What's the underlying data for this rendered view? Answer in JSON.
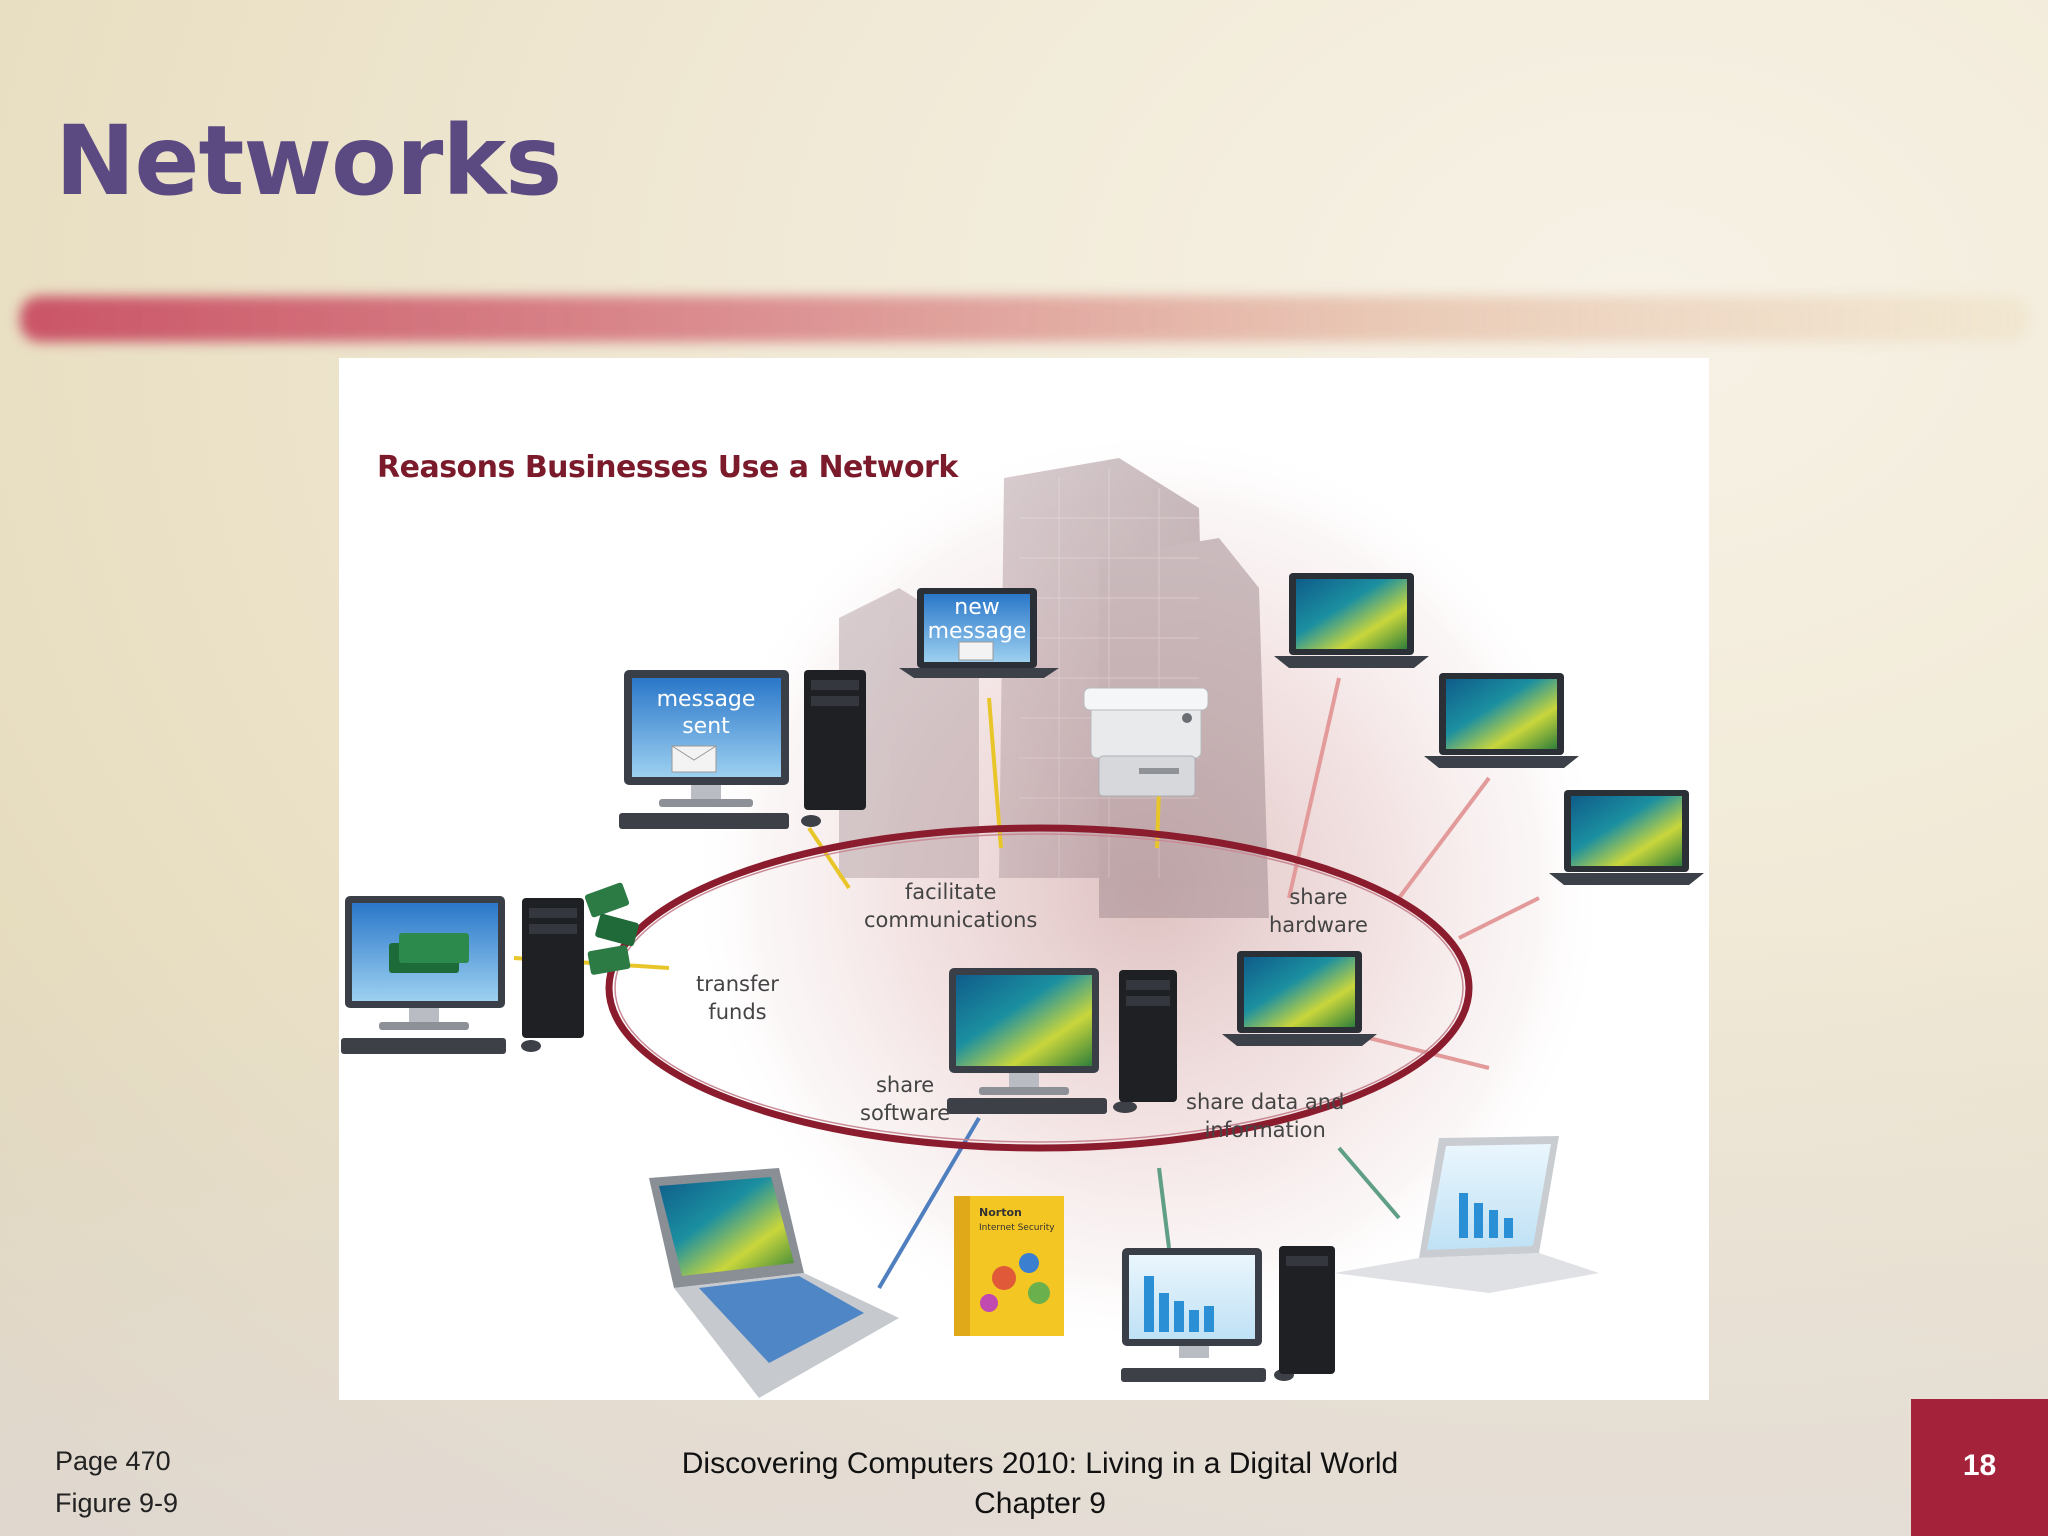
{
  "slide": {
    "title": "Networks",
    "page_number": "18",
    "footer_left": {
      "page": "Page 470",
      "figure": "Figure 9-9"
    },
    "footer_center": {
      "line1": "Discovering Computers 2010: Living in a Digital World",
      "line2": "Chapter 9"
    }
  },
  "figure": {
    "title": "Reasons Businesses Use a Network",
    "labels": {
      "facilitate": "facilitate\ncommunications",
      "share_hardware": "share\nhardware",
      "transfer_funds": "transfer\nfunds",
      "share_software": "share\nsoftware",
      "share_data": "share data and\ninformation"
    },
    "screen_text": {
      "message_sent_1": "message",
      "message_sent_2": "sent",
      "new_message_1": "new",
      "new_message_2": "message"
    },
    "software_box": {
      "line1": "Norton",
      "line2": "Internet Security"
    }
  },
  "colors": {
    "title": "#5b4a82",
    "ellipse": "#8a1c2e",
    "line_yellow": "#e8c62a",
    "line_pink": "#e39a9a",
    "line_blue": "#4f7fbf",
    "line_green": "#5f9f86",
    "page_box": "#a5233a"
  }
}
